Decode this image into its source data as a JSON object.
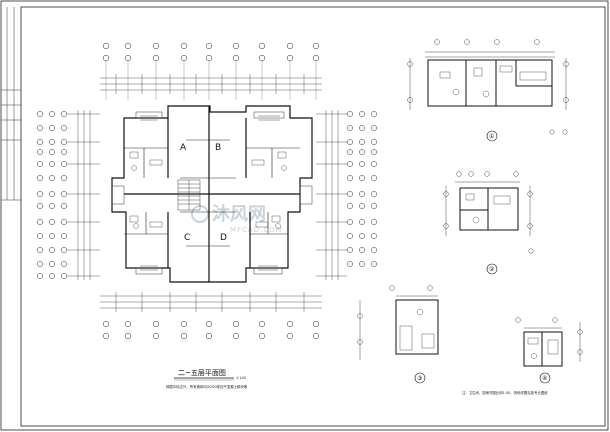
{
  "main_plan": {
    "title": "二~五层平面图",
    "scale": "1:100",
    "note": "除图中标注外，所有墙体均为200厚加气混凝土砌块墙",
    "room_labels": [
      "A",
      "B",
      "C",
      "D"
    ]
  },
  "details": [
    {
      "number": "①"
    },
    {
      "number": "②"
    },
    {
      "number": "③"
    },
    {
      "number": "④"
    }
  ],
  "detail_note": "注：卫生间、厨房详图比例1:50，其他详图见各专业图纸",
  "watermark": {
    "text": "沐风网",
    "subtext": "MFCAD.COM"
  }
}
